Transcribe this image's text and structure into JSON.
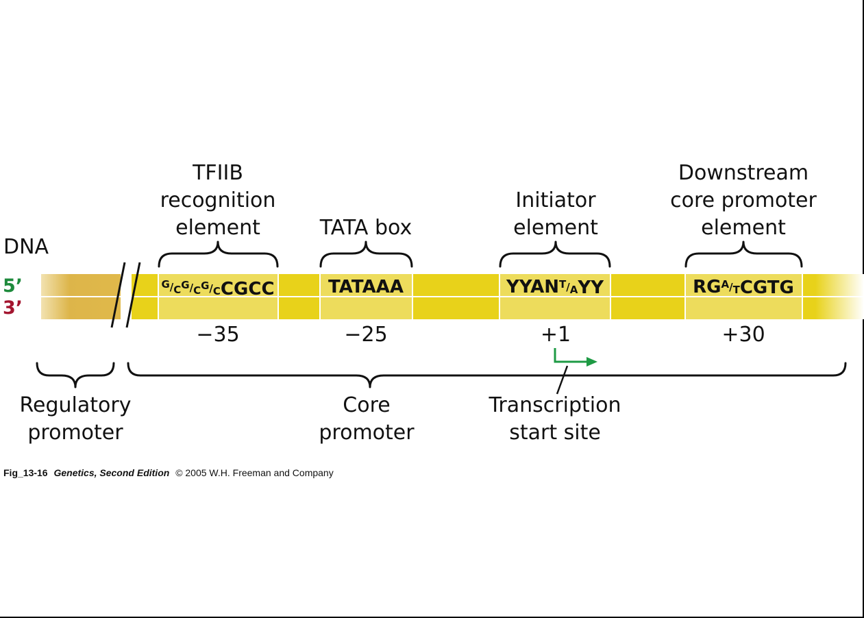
{
  "dna_label": "DNA",
  "strand5": "5’",
  "strand3": "3’",
  "colors": {
    "strand5": "#1e8a3c",
    "strand3": "#a3152f",
    "dna_band": "#e8d21a",
    "dna_band_light": "#eddc5c",
    "regulatory_band": "#dcb54c",
    "arrow": "#1e9a44"
  },
  "elements": [
    {
      "title": [
        "TFIIB",
        "recognition",
        "element"
      ],
      "sequence": "G/CG/CG/CCGCC",
      "position": "−35"
    },
    {
      "title": [
        "TATA box"
      ],
      "sequence": "TATAAA",
      "position": "−25"
    },
    {
      "title": [
        "Initiator",
        "element"
      ],
      "sequence": "YYANT/AYY",
      "position": "+1"
    },
    {
      "title": [
        "Downstream",
        "core promoter",
        "element"
      ],
      "sequence": "RGA/TCGTG",
      "position": "+30"
    }
  ],
  "regions": {
    "regulatory": [
      "Regulatory",
      "promoter"
    ],
    "core": [
      "Core",
      "promoter"
    ],
    "tss": [
      "Transcription",
      "start site"
    ]
  },
  "caption": {
    "fig": "Fig_13-16",
    "book": "Genetics, Second Edition",
    "rest": "© 2005 W.H. Freeman and Company"
  }
}
